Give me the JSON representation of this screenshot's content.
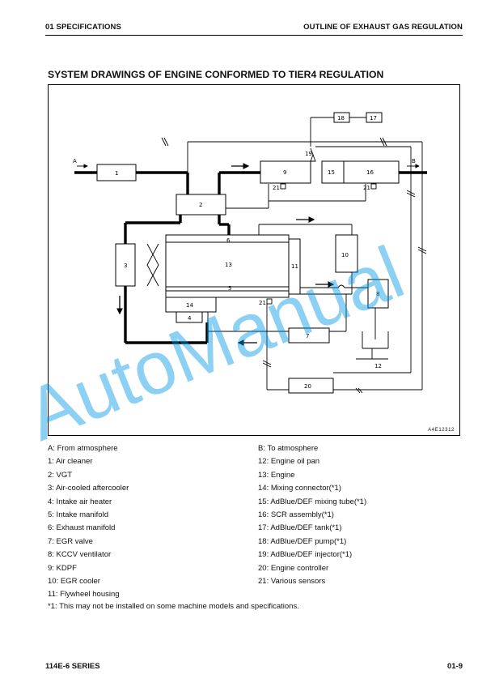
{
  "header": {
    "left": "01 SPECIFICATIONS",
    "right": "OUTLINE OF EXHAUST GAS REGULATION"
  },
  "title": "SYSTEM DRAWINGS OF ENGINE CONFORMED TO TIER4 REGULATION",
  "diagram": {
    "figure_code": "A4E12312",
    "labels": {
      "a": "A",
      "b": "B",
      "n1": "1",
      "n2": "2",
      "n3": "3",
      "n4": "4",
      "n5": "5",
      "n6": "6",
      "n7": "7",
      "n8": "8",
      "n9": "9",
      "n10": "10",
      "n11": "11",
      "n12": "12",
      "n13": "13",
      "n14": "14",
      "n15": "15",
      "n16": "16",
      "n17": "17",
      "n18": "18",
      "n19": "19",
      "n20": "20",
      "n21a": "21",
      "n21b": "21",
      "n21c": "21"
    }
  },
  "watermark": "AutoManual",
  "legend_left": [
    "A: From atmosphere",
    "1: Air cleaner",
    "2: VGT",
    "3: Air-cooled aftercooler",
    "4: Intake air heater",
    "5: Intake manifold",
    "6: Exhaust manifold",
    "7: EGR valve",
    "8: KCCV ventilator",
    "9: KDPF",
    "10: EGR cooler",
    "11: Flywheel housing"
  ],
  "legend_right": [
    "B: To atmosphere",
    "12: Engine oil pan",
    "13: Engine",
    "14: Mixing connector(*1)",
    "15: AdBlue/DEF mixing tube(*1)",
    "16: SCR assembly(*1)",
    "17: AdBlue/DEF tank(*1)",
    "18: AdBlue/DEF pump(*1)",
    "19: AdBlue/DEF injector(*1)",
    "20: Engine controller",
    "21: Various sensors"
  ],
  "footnote": "*1: This may not be installed on some machine models and specifications.",
  "footer": {
    "left": "114E-6 SERIES",
    "right": "01-9"
  }
}
